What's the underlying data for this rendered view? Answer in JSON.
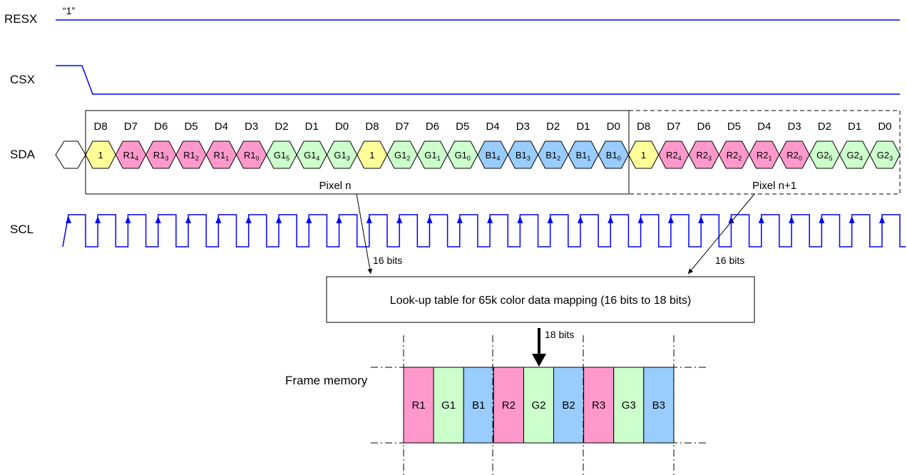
{
  "signals": {
    "resx": "RESX",
    "resx_level": "“1”",
    "csx": "CSX",
    "sda": "SDA",
    "scl": "SCL"
  },
  "colors": {
    "signal": "#0000ff",
    "one": "#ffff99",
    "red": "#ff99cc",
    "green": "#ccffcc",
    "blue": "#99ccff",
    "empty": "#ffffff"
  },
  "sda_bits": [
    {
      "d": "D8",
      "t": "1",
      "s": "",
      "c": "one"
    },
    {
      "d": "D7",
      "t": "R1",
      "s": "4",
      "c": "red"
    },
    {
      "d": "D6",
      "t": "R1",
      "s": "3",
      "c": "red"
    },
    {
      "d": "D5",
      "t": "R1",
      "s": "2",
      "c": "red"
    },
    {
      "d": "D4",
      "t": "R1",
      "s": "1",
      "c": "red"
    },
    {
      "d": "D3",
      "t": "R1",
      "s": "0",
      "c": "red"
    },
    {
      "d": "D2",
      "t": "G1",
      "s": "5",
      "c": "green"
    },
    {
      "d": "D1",
      "t": "G1",
      "s": "4",
      "c": "green"
    },
    {
      "d": "D0",
      "t": "G1",
      "s": "3",
      "c": "green"
    },
    {
      "d": "D8",
      "t": "1",
      "s": "",
      "c": "one"
    },
    {
      "d": "D7",
      "t": "G1",
      "s": "2",
      "c": "green"
    },
    {
      "d": "D6",
      "t": "G1",
      "s": "1",
      "c": "green"
    },
    {
      "d": "D5",
      "t": "G1",
      "s": "0",
      "c": "green"
    },
    {
      "d": "D4",
      "t": "B1",
      "s": "4",
      "c": "blue"
    },
    {
      "d": "D3",
      "t": "B1",
      "s": "3",
      "c": "blue"
    },
    {
      "d": "D2",
      "t": "B1",
      "s": "2",
      "c": "blue"
    },
    {
      "d": "D1",
      "t": "B1",
      "s": "1",
      "c": "blue"
    },
    {
      "d": "D0",
      "t": "B1",
      "s": "0",
      "c": "blue"
    },
    {
      "d": "D8",
      "t": "1",
      "s": "",
      "c": "one"
    },
    {
      "d": "D7",
      "t": "R2",
      "s": "4",
      "c": "red"
    },
    {
      "d": "D6",
      "t": "R2",
      "s": "3",
      "c": "red"
    },
    {
      "d": "D5",
      "t": "R2",
      "s": "2",
      "c": "red"
    },
    {
      "d": "D4",
      "t": "R2",
      "s": "1",
      "c": "red"
    },
    {
      "d": "D3",
      "t": "R2",
      "s": "0",
      "c": "red"
    },
    {
      "d": "D2",
      "t": "G2",
      "s": "5",
      "c": "green"
    },
    {
      "d": "D1",
      "t": "G2",
      "s": "4",
      "c": "green"
    },
    {
      "d": "D0",
      "t": "G2",
      "s": "3",
      "c": "green"
    }
  ],
  "pixel_n": "Pixel n",
  "pixel_n1": "Pixel n+1",
  "bits16_a": "16 bits",
  "bits16_b": "16 bits",
  "lut": "Look-up table for 65k color data mapping (16 bits to 18 bits)",
  "bits18": "18 bits",
  "frame_label": "Frame memory",
  "frame_cells": [
    {
      "t": "R1",
      "c": "red"
    },
    {
      "t": "G1",
      "c": "green"
    },
    {
      "t": "B1",
      "c": "blue"
    },
    {
      "t": "R2",
      "c": "red"
    },
    {
      "t": "G2",
      "c": "green"
    },
    {
      "t": "B2",
      "c": "blue"
    },
    {
      "t": "R3",
      "c": "red"
    },
    {
      "t": "G3",
      "c": "green"
    },
    {
      "t": "B3",
      "c": "blue"
    }
  ]
}
